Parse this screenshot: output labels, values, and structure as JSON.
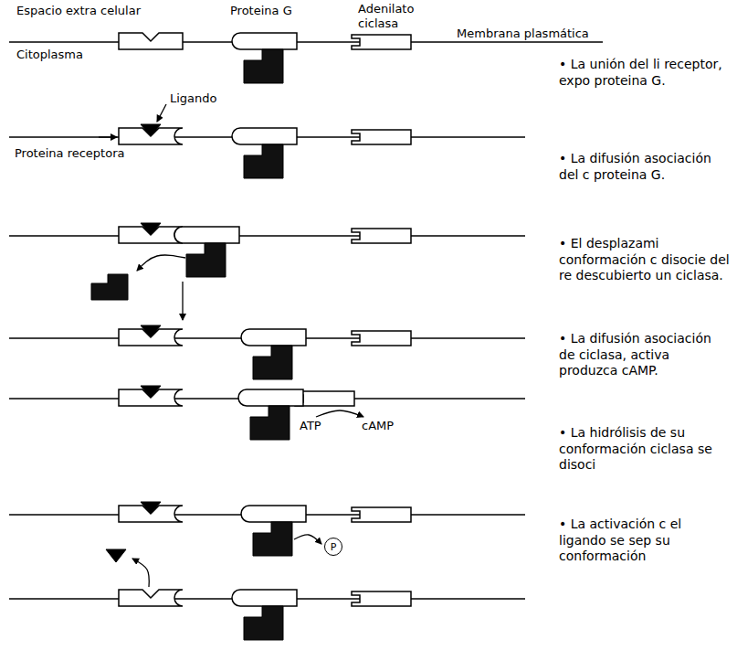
{
  "diagram": {
    "nodes": [
      {
        "text": [
          "P"
        ]
      }
    ],
    "labels": [
      "Espacio extra celular",
      "Proteina G",
      "Adenilato ciclasa",
      "Membrana plasmática",
      "Citoplasma",
      "Ligando",
      "Proteina receptora",
      "ATP",
      "cAMP",
      "• La unión del li receptor, expo proteina G.",
      "• La difusión asociación del c proteina G.",
      "• El desplazami conformación c disocie del re descubierto un ciclasa.",
      "• La difusión asociación de ciclasa, activa produzca cAMP.",
      "• La hidrólisis de su conformación ciclasa se disoci",
      "• La activación c el ligando se sep su conformación"
    ]
  }
}
